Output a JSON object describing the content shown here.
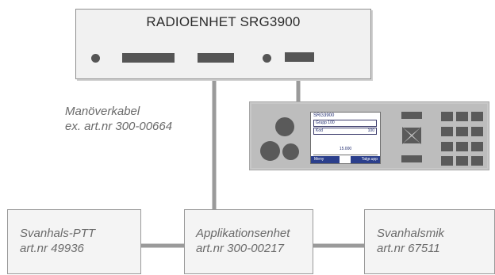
{
  "radio_unit": {
    "title": "RADIOENHET SRG3900"
  },
  "cable_label": {
    "line1": "Manöverkabel",
    "line2": "ex. art.nr 300-00664"
  },
  "radio_display": {
    "title": "SRG3900",
    "row1_label": "Grupp 100",
    "row2_label": "Kod",
    "row2_value": "100",
    "frequency": "15.000",
    "softkey_left": "Meny",
    "softkey_right": "Talgr.upp"
  },
  "nodes": {
    "ptt": {
      "line1": "Svanhals-PTT",
      "line2": "art.nr 49936"
    },
    "app": {
      "line1": "Applikationsenhet",
      "line2": "art.nr 300-00217"
    },
    "mic": {
      "line1": "Svanhalsmik",
      "line2": "art.nr 67511"
    }
  },
  "colors": {
    "connector_line": "#9a9a9a",
    "box_fill": "#f1f1f1",
    "panel_fill": "#bdbdbd",
    "dark_controls": "#555555",
    "screen_bar": "#2b3f8c",
    "label_text": "#6a6a6a"
  }
}
